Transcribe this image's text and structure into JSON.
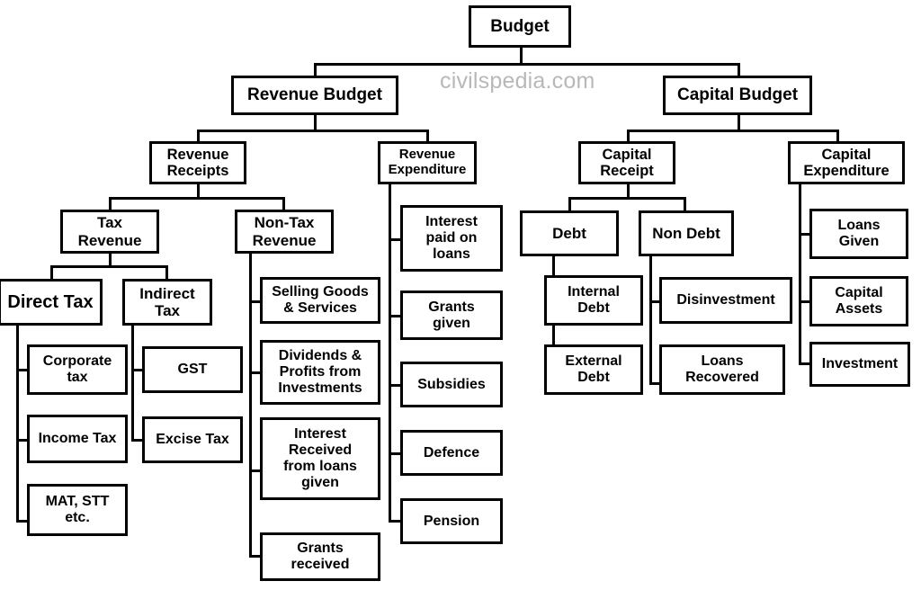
{
  "diagram": {
    "title": "Budget",
    "watermark": "civilspedia.com",
    "root": {
      "label": "Budget"
    },
    "branches": [
      {
        "label": "Revenue Budget",
        "children": [
          {
            "label": "Revenue Receipts",
            "children": [
              {
                "label": "Tax Revenue",
                "children": [
                  {
                    "label": "Direct Tax",
                    "items": [
                      "Corporate tax",
                      "Income Tax",
                      "MAT, STT etc."
                    ]
                  },
                  {
                    "label": "Indirect Tax",
                    "items": [
                      "GST",
                      "Excise Tax"
                    ]
                  }
                ]
              },
              {
                "label": "Non-Tax Revenue",
                "items": [
                  "Selling Goods & Services",
                  "Dividends & Profits from Investments",
                  "Interest Received from loans given",
                  "Grants received"
                ]
              }
            ]
          },
          {
            "label": "Revenue Expenditure",
            "items": [
              "Interest paid on loans",
              "Grants given",
              "Subsidies",
              "Defence",
              "Pension"
            ]
          }
        ]
      },
      {
        "label": "Capital Budget",
        "children": [
          {
            "label": "Capital Receipt",
            "children": [
              {
                "label": "Debt",
                "items": [
                  "Internal Debt",
                  "External Debt"
                ]
              },
              {
                "label": "Non Debt",
                "items": [
                  "Disinvestment",
                  "Loans Recovered"
                ]
              }
            ]
          },
          {
            "label": "Capital Expenditure",
            "items": [
              "Loans Given",
              "Capital Assets",
              "Investment"
            ]
          }
        ]
      }
    ]
  },
  "nodes": {
    "budget": "Budget",
    "revenue_budget": "Revenue Budget",
    "capital_budget": "Capital Budget",
    "revenue_receipts": "Revenue\nReceipts",
    "revenue_receipts_l1": "Revenue",
    "revenue_receipts_l2": "Receipts",
    "revenue_expenditure_l1": "Revenue",
    "revenue_expenditure_l2": "Expenditure",
    "capital_receipt_l1": "Capital",
    "capital_receipt_l2": "Receipt",
    "capital_expenditure_l1": "Capital",
    "capital_expenditure_l2": "Expenditure",
    "tax_revenue_l1": "Tax",
    "tax_revenue_l2": "Revenue",
    "non_tax_revenue_l1": "Non-Tax",
    "non_tax_revenue_l2": "Revenue",
    "direct_tax": "Direct Tax",
    "indirect_tax_l1": "Indirect",
    "indirect_tax_l2": "Tax",
    "corporate_tax_l1": "Corporate",
    "corporate_tax_l2": "tax",
    "income_tax": "Income Tax",
    "mat_stt_l1": "MAT, STT",
    "mat_stt_l2": "etc.",
    "gst": "GST",
    "excise_tax": "Excise Tax",
    "selling_goods_l1": "Selling Goods",
    "selling_goods_l2": "& Services",
    "dividends_l1": "Dividends &",
    "dividends_l2": "Profits from",
    "dividends_l3": "Investments",
    "interest_received_l1": "Interest",
    "interest_received_l2": "Received",
    "interest_received_l3": "from loans",
    "interest_received_l4": "given",
    "grants_received_l1": "Grants",
    "grants_received_l2": "received",
    "interest_paid_l1": "Interest",
    "interest_paid_l2": "paid on",
    "interest_paid_l3": "loans",
    "grants_given_l1": "Grants",
    "grants_given_l2": "given",
    "subsidies": "Subsidies",
    "defence": "Defence",
    "pension": "Pension",
    "debt": "Debt",
    "non_debt": "Non Debt",
    "internal_debt_l1": "Internal",
    "internal_debt_l2": "Debt",
    "external_debt_l1": "External",
    "external_debt_l2": "Debt",
    "disinvestment": "Disinvestment",
    "loans_recovered_l1": "Loans",
    "loans_recovered_l2": "Recovered",
    "loans_given_l1": "Loans",
    "loans_given_l2": "Given",
    "capital_assets_l1": "Capital",
    "capital_assets_l2": "Assets",
    "investment": "Investment"
  },
  "colors": {
    "box_border": "#000000",
    "box_fill": "#ffffff",
    "text": "#000000",
    "watermark": "#b8b8b8",
    "background": "#ffffff"
  }
}
